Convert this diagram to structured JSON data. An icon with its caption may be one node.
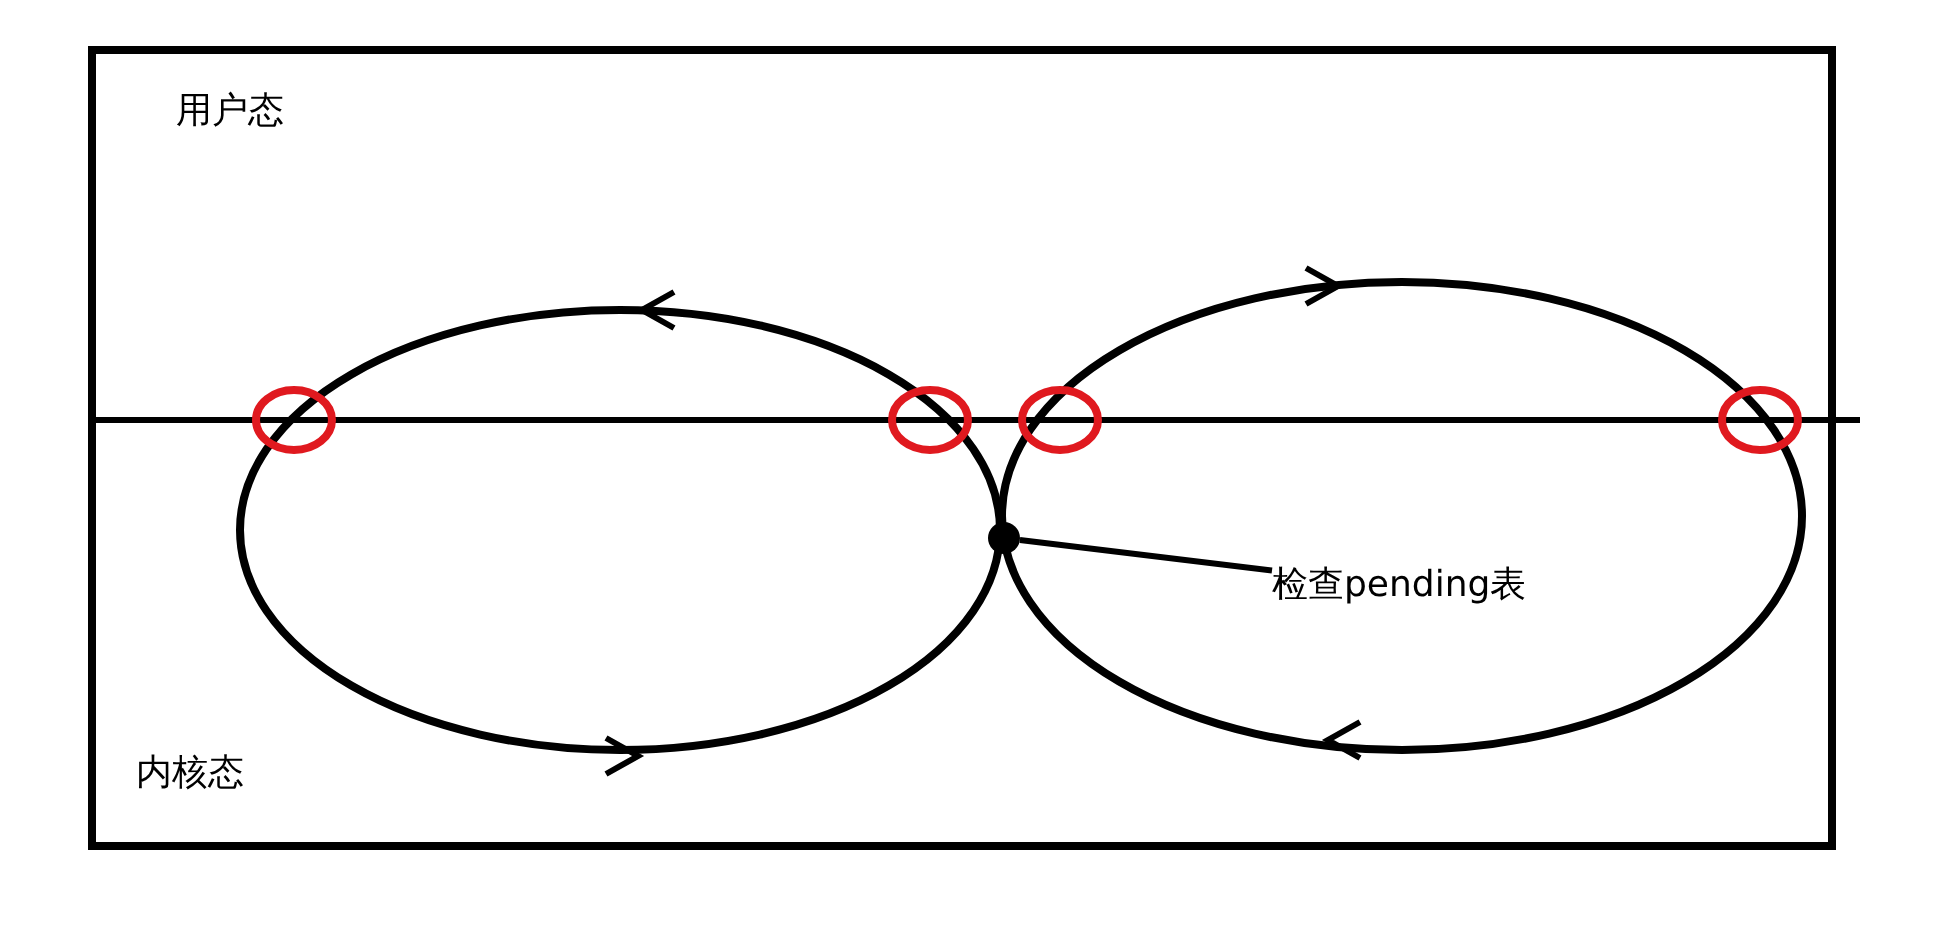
{
  "diagram": {
    "nodes": [
      {
        "text": [
          "检查pending表"
        ]
      },
      {
        "text": [],
        "shape": "circle"
      }
    ],
    "edges": [
      {
        "from": 0,
        "to": 1,
        "arrow": "none"
      }
    ],
    "labels": [
      "用户态",
      "内核态"
    ]
  }
}
